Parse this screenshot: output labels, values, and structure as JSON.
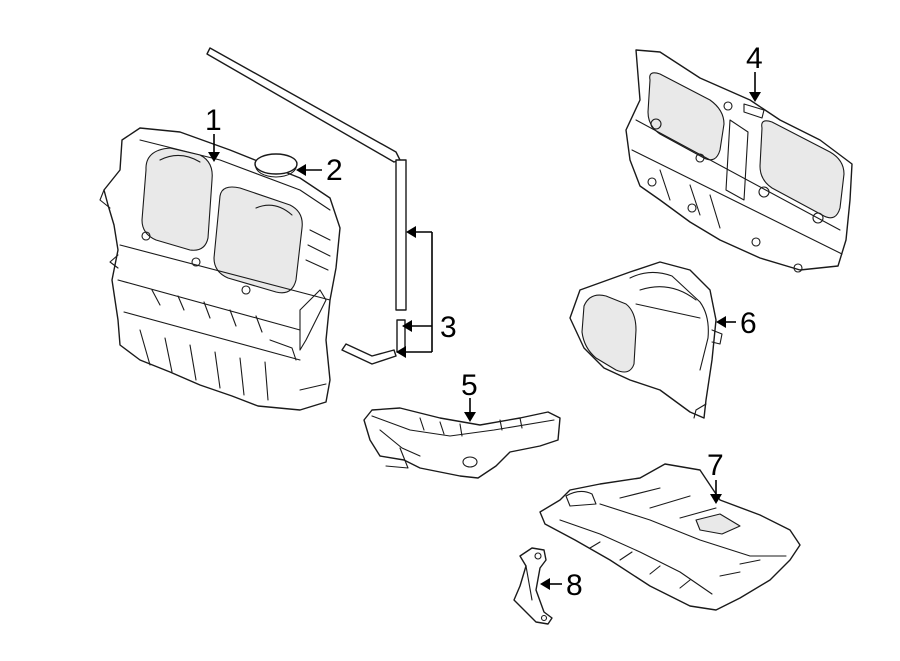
{
  "diagram": {
    "callouts": [
      {
        "id": "part-1",
        "label": "1",
        "part_icon": "radiator-support-air-duct-icon"
      },
      {
        "id": "part-2",
        "label": "2",
        "part_icon": "plug-icon"
      },
      {
        "id": "part-3",
        "label": "3",
        "part_icon": "seal-strip-icon"
      },
      {
        "id": "part-4",
        "label": "4",
        "part_icon": "grille-shutter-icon"
      },
      {
        "id": "part-5",
        "label": "5",
        "part_icon": "air-deflector-icon"
      },
      {
        "id": "part-6",
        "label": "6",
        "part_icon": "air-duct-icon"
      },
      {
        "id": "part-7",
        "label": "7",
        "part_icon": "splash-shield-icon"
      },
      {
        "id": "part-8",
        "label": "8",
        "part_icon": "bracket-icon"
      }
    ],
    "line_color": "#1a1a1a",
    "background": "#ffffff"
  }
}
